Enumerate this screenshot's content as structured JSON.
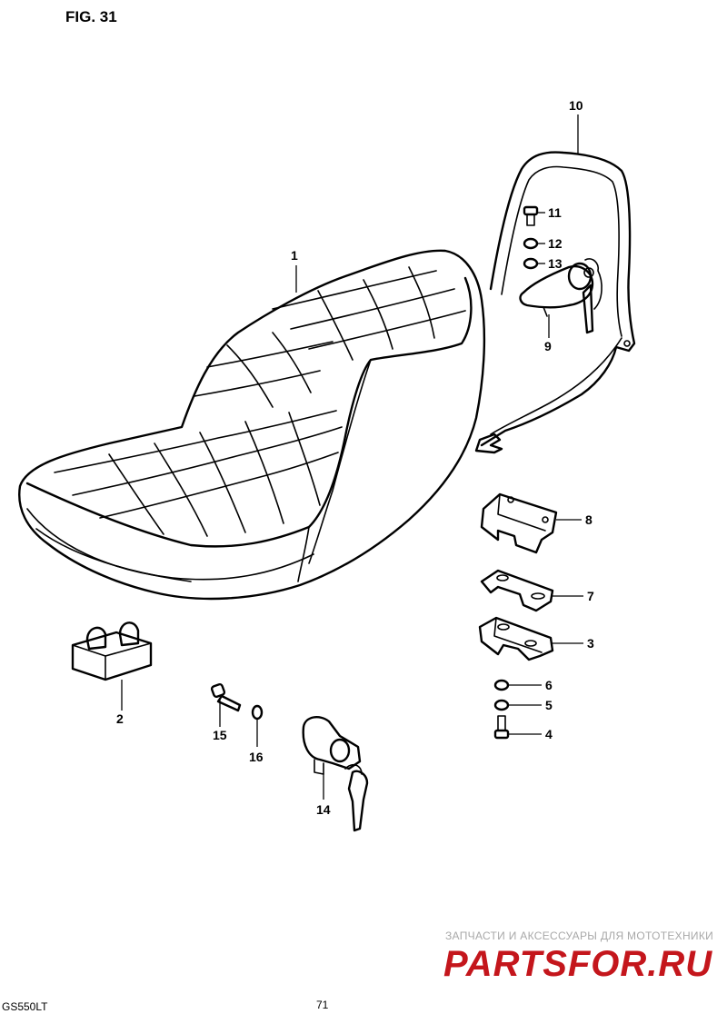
{
  "figure": {
    "title": "FIG. 31",
    "footer_code": "GS550LT",
    "page_mark": "71"
  },
  "callouts": [
    "1",
    "2",
    "3",
    "4",
    "5",
    "6",
    "7",
    "8",
    "9",
    "10",
    "11",
    "12",
    "13",
    "14",
    "15",
    "16"
  ],
  "watermark": {
    "line1": "ЗАПЧАСТИ И АКСЕССУАРЫ ДЛЯ МОТОТЕХНИКИ",
    "line2": "PARTSFOR.RU",
    "color": "#c4161c"
  }
}
